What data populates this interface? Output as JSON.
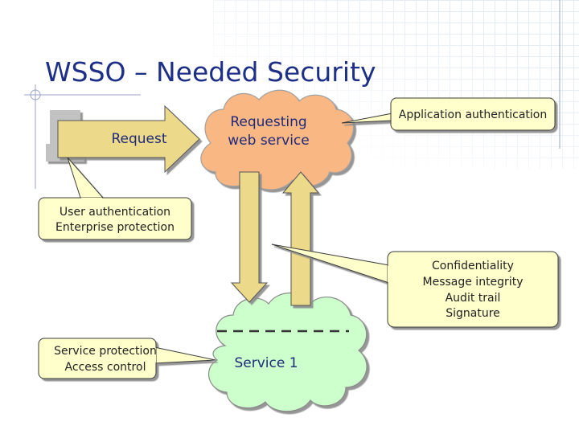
{
  "title": "WSSO – Needed Security",
  "labels": {
    "request": "Request",
    "requesting_line1": "Requesting",
    "requesting_line2": "web service",
    "app_auth": "Application authentication",
    "user_auth_line1": "User authentication",
    "user_auth_line2": "Enterprise protection",
    "conf_line1": "Confidentiality",
    "conf_line2": "Message integrity",
    "conf_line3": "Audit trail",
    "conf_line4": "Signature",
    "service_prot_line1": "Service protection",
    "service_prot_line2": "Access control",
    "service1": "Service 1"
  },
  "colors": {
    "title": "#1d2f86",
    "callout_fill": "#ffffcc",
    "callout_stroke": "#3a3a3a",
    "arrow_fill": "#ecd98a",
    "cloud_orange": "#f9b784",
    "cloud_green": "#ccffcc",
    "computer": "#c2c2c2"
  },
  "icons": {
    "computer": "computer-icon",
    "guide": "crosshair-guide-icon"
  }
}
